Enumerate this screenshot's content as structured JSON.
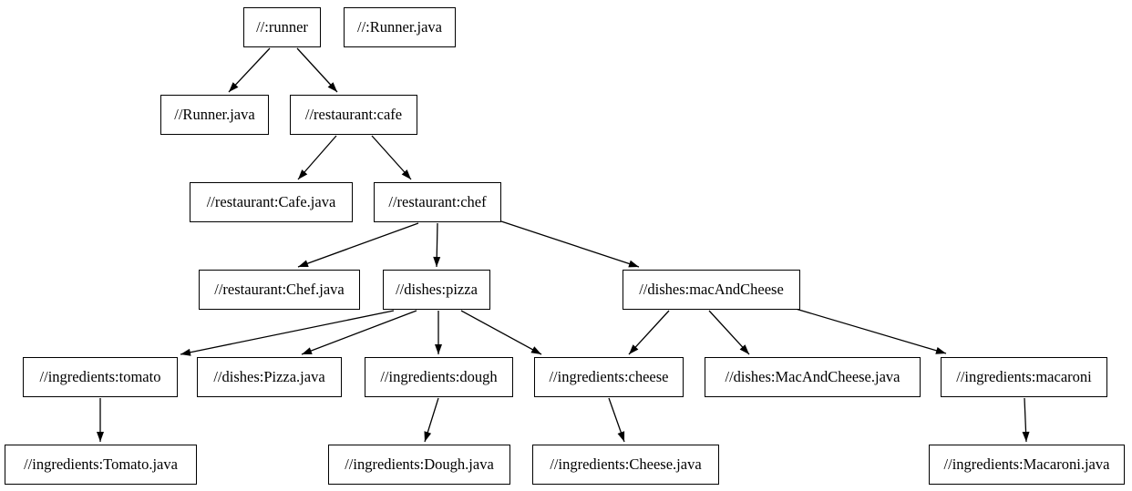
{
  "diagram": {
    "type": "dependency-graph",
    "background_color": "#ffffff",
    "node_fill_color": "#ffffff",
    "node_border_color": "#000000",
    "edge_color": "#000000",
    "nodes": [
      {
        "id": "runner",
        "label": "//:runner"
      },
      {
        "id": "runner-java-target",
        "label": "//:Runner.java"
      },
      {
        "id": "runner-java-file",
        "label": "//Runner.java"
      },
      {
        "id": "cafe",
        "label": "//restaurant:cafe"
      },
      {
        "id": "cafe-java",
        "label": "//restaurant:Cafe.java"
      },
      {
        "id": "chef",
        "label": "//restaurant:chef"
      },
      {
        "id": "chef-java",
        "label": "//restaurant:Chef.java"
      },
      {
        "id": "pizza",
        "label": "//dishes:pizza"
      },
      {
        "id": "mac-and-cheese",
        "label": "//dishes:macAndCheese"
      },
      {
        "id": "tomato",
        "label": "//ingredients:tomato"
      },
      {
        "id": "pizza-java",
        "label": "//dishes:Pizza.java"
      },
      {
        "id": "dough",
        "label": "//ingredients:dough"
      },
      {
        "id": "cheese",
        "label": "//ingredients:cheese"
      },
      {
        "id": "mac-and-cheese-java",
        "label": "//dishes:MacAndCheese.java"
      },
      {
        "id": "macaroni",
        "label": "//ingredients:macaroni"
      },
      {
        "id": "tomato-java",
        "label": "//ingredients:Tomato.java"
      },
      {
        "id": "dough-java",
        "label": "//ingredients:Dough.java"
      },
      {
        "id": "cheese-java",
        "label": "//ingredients:Cheese.java"
      },
      {
        "id": "macaroni-java",
        "label": "//ingredients:Macaroni.java"
      }
    ],
    "edges": [
      {
        "from": "runner",
        "to": "runner-java-file"
      },
      {
        "from": "runner",
        "to": "cafe"
      },
      {
        "from": "cafe",
        "to": "cafe-java"
      },
      {
        "from": "cafe",
        "to": "chef"
      },
      {
        "from": "chef",
        "to": "chef-java"
      },
      {
        "from": "chef",
        "to": "pizza"
      },
      {
        "from": "chef",
        "to": "mac-and-cheese"
      },
      {
        "from": "pizza",
        "to": "tomato"
      },
      {
        "from": "pizza",
        "to": "pizza-java"
      },
      {
        "from": "pizza",
        "to": "dough"
      },
      {
        "from": "pizza",
        "to": "cheese"
      },
      {
        "from": "mac-and-cheese",
        "to": "cheese"
      },
      {
        "from": "mac-and-cheese",
        "to": "mac-and-cheese-java"
      },
      {
        "from": "mac-and-cheese",
        "to": "macaroni"
      },
      {
        "from": "tomato",
        "to": "tomato-java"
      },
      {
        "from": "dough",
        "to": "dough-java"
      },
      {
        "from": "cheese",
        "to": "cheese-java"
      },
      {
        "from": "macaroni",
        "to": "macaroni-java"
      }
    ]
  }
}
